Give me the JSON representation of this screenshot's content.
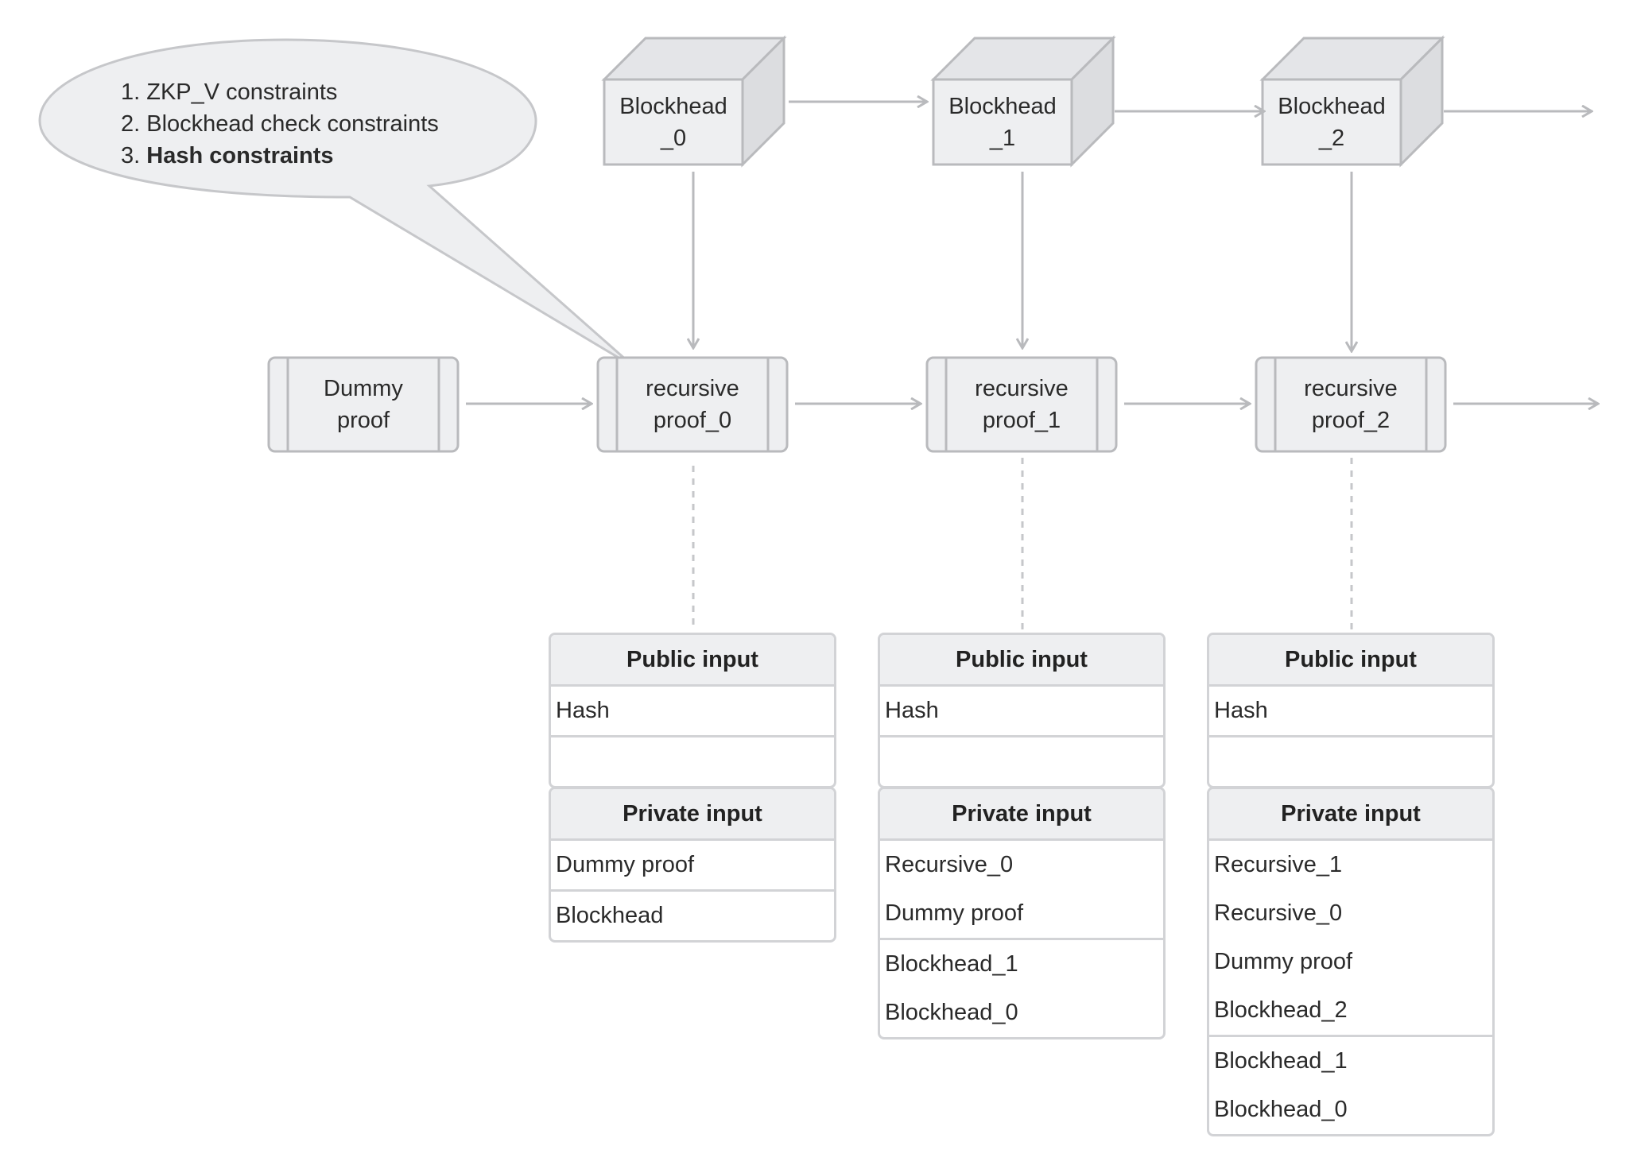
{
  "callout": {
    "items": [
      {
        "num": "1.",
        "text": "ZKP_V constraints",
        "bold": false
      },
      {
        "num": "2.",
        "text": "Blockhead check constraints",
        "bold": false
      },
      {
        "num": "3.",
        "text": "Hash constraints",
        "bold": true
      }
    ]
  },
  "blocks": [
    {
      "line1": "Blockhead",
      "line2": "_0"
    },
    {
      "line1": "Blockhead",
      "line2": "_1"
    },
    {
      "line1": "Blockhead",
      "line2": "_2"
    }
  ],
  "dummy": {
    "line1": "Dummy",
    "line2": "proof"
  },
  "proofs": [
    {
      "line1": "recursive",
      "line2": "proof_0"
    },
    {
      "line1": "recursive",
      "line2": "proof_1"
    },
    {
      "line1": "recursive",
      "line2": "proof_2"
    }
  ],
  "tables": [
    {
      "public_title": "Public input",
      "public_rows": [
        "Hash"
      ],
      "private_title": "Private input",
      "private_groups": [
        [
          "Dummy proof"
        ],
        [
          "Blockhead"
        ]
      ]
    },
    {
      "public_title": "Public input",
      "public_rows": [
        "Hash"
      ],
      "private_title": "Private input",
      "private_groups": [
        [
          "Recursive_0",
          "Dummy proof"
        ],
        [
          "Blockhead_1",
          "Blockhead_0"
        ]
      ]
    },
    {
      "public_title": "Public input",
      "public_rows": [
        "Hash"
      ],
      "private_title": "Private input",
      "private_groups": [
        [
          "Recursive_1",
          "Recursive_0",
          "Dummy proof",
          "Blockhead_2"
        ],
        [
          "Blockhead_1",
          "Blockhead_0"
        ]
      ]
    }
  ],
  "colors": {
    "stroke": "#b9babd",
    "fill": "#eeeff1",
    "side": "#dcdde0"
  }
}
